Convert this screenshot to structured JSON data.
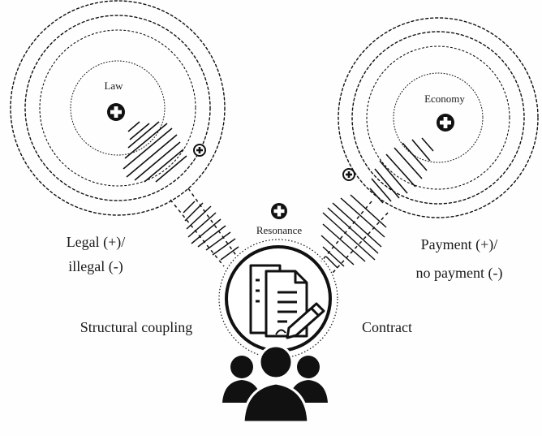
{
  "systems": {
    "left": {
      "name": "Law",
      "code_line1": "Legal (+)/",
      "code_line2": "illegal (-)"
    },
    "right": {
      "name": "Economy",
      "code_line1": "Payment (+)/",
      "code_line2": "no payment (-)"
    }
  },
  "center": {
    "resonance_label": "Resonance",
    "left_caption": "Structural coupling",
    "right_caption": "Contract"
  },
  "icons": [
    "plus-circle-icon",
    "contract-document-icon",
    "pen-icon",
    "people-group-icon"
  ],
  "colors": {
    "ink": "#111111",
    "background": "#fefefe"
  }
}
